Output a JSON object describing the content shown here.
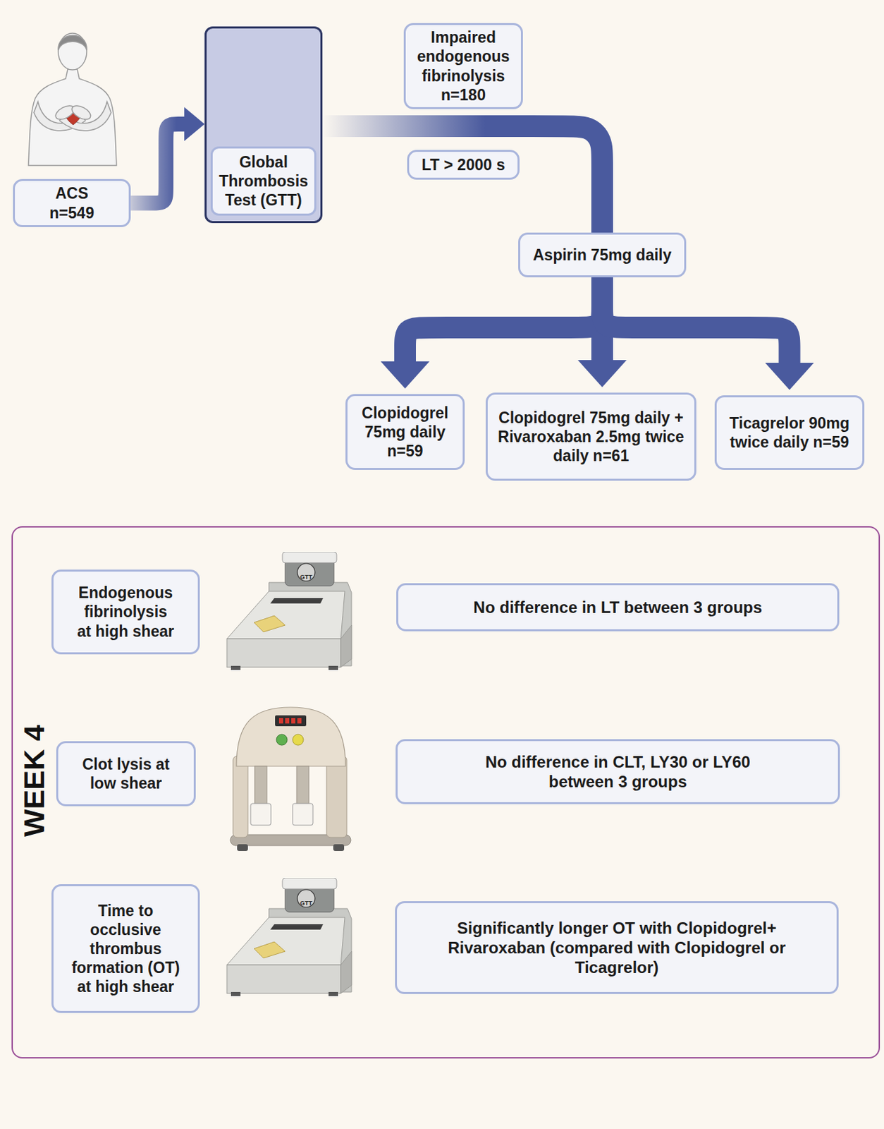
{
  "diagram": {
    "nodes": [
      {
        "text": [
          "ACS n=549"
        ]
      },
      {
        "text": [
          "Global Thrombosis Test (GTT)"
        ]
      },
      {
        "text": [
          "Impaired endogenous fibrinolysis n=180"
        ]
      },
      {
        "text": [
          "LT > 2000 s"
        ]
      },
      {
        "text": [
          "Aspirin 75mg daily"
        ]
      },
      {
        "text": [
          "Clopidogrel 75mg daily n=59"
        ]
      },
      {
        "text": [
          "Clopidogrel 75mg daily + Rivaroxaban 2.5mg twice daily n=61"
        ]
      },
      {
        "text": [
          "Ticagrelor 90mg twice daily n=59"
        ]
      },
      {
        "text": [
          "WEEK 4"
        ]
      },
      {
        "text": [
          "Endogenous fibrinolysis at high shear"
        ],
        "in": 8
      },
      {
        "text": [
          "No difference in LT between 3 groups"
        ],
        "in": 8
      },
      {
        "text": [
          "Clot lysis at low shear"
        ],
        "in": 8
      },
      {
        "text": [
          "No difference in CLT, LY30 or LY60 between 3 groups"
        ],
        "in": 8
      },
      {
        "text": [
          "Time to occlusive thrombus formation (OT) at high shear"
        ],
        "in": 8
      },
      {
        "text": [
          "Significantly longer OT with Clopidogrel+ Rivaroxaban (compared with Clopidogrel or Ticagrelor)"
        ],
        "in": 8
      }
    ],
    "edges": [
      {
        "from": 0,
        "to": 1,
        "arrow": "to"
      },
      {
        "from": 1,
        "to": 4,
        "arrow": "none"
      },
      {
        "from": 4,
        "to": 5,
        "arrow": "to"
      },
      {
        "from": 4,
        "to": 6,
        "arrow": "to"
      },
      {
        "from": 4,
        "to": 7,
        "arrow": "to"
      }
    ],
    "labels": [
      "GTT",
      "GTT"
    ]
  }
}
